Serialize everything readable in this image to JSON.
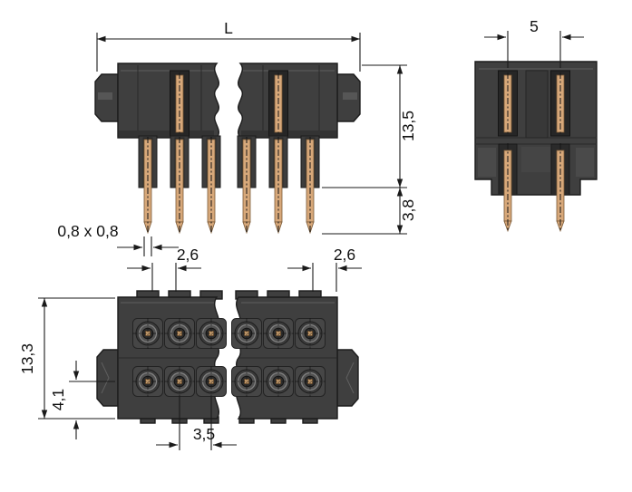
{
  "colors": {
    "line": "#1a1a1a",
    "body": "#3f3f3f",
    "body_dark": "#2a2a2a",
    "pin_copper": "#d7a87a",
    "background": "#ffffff"
  },
  "dimensions": {
    "overall_length": "L",
    "pin_row_spacing": "5",
    "housing_height": "13,5",
    "pin_protrusion": "3,8",
    "pin_cross_section": "0,8 x 0,8",
    "offset_left": "2,6",
    "offset_right": "2,6",
    "overall_height_bottom": "13,3",
    "row_to_edge": "4,1",
    "pin_pitch": "3,5"
  }
}
